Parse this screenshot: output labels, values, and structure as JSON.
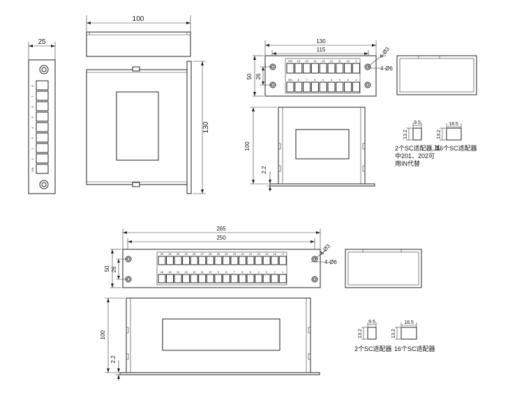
{
  "view1": {
    "width_label": "100",
    "height_label": "130",
    "strip_width_label": "25",
    "strip_numbers": [
      "8",
      "7",
      "6",
      "5",
      "4",
      "3",
      "2",
      "1",
      "201"
    ]
  },
  "view2": {
    "overall_width": "130",
    "inner_width": "115",
    "height_50": "50",
    "height_26": "26",
    "hole_label_1": "4-Ø3",
    "hole_label_2": "4-Ø6",
    "front_height": "100",
    "flange": "2.2",
    "top_row_numbers": [
      "202",
      "16",
      "15",
      "14",
      "13",
      "12",
      "11",
      "10",
      "9"
    ],
    "bottom_row_numbers": [
      "201",
      "8",
      "7",
      "6",
      "5",
      "4",
      "3",
      "2",
      "1"
    ],
    "adapter_small_w": "9.5",
    "adapter_small_h": "13.2",
    "adapter_big_w": "18.5",
    "adapter_big_h": "13.2",
    "note_2sc": "2个SC适配器,其中201、202可用IN代替",
    "note_16sc": "16个SC适配器"
  },
  "view3": {
    "overall_width": "265",
    "inner_width": "250",
    "height_50": "50",
    "height_26": "26",
    "hole_label_1": "4-Ø3",
    "hole_label_2": "4-Ø6",
    "front_height": "100",
    "flange": "2.2",
    "top_row_numbers": [
      "32",
      "31",
      "30",
      "29",
      "28",
      "27",
      "26",
      "25",
      "24",
      "23",
      "22",
      "21",
      "20",
      "19",
      "18",
      "17"
    ],
    "bottom_row_numbers": [
      "16",
      "15",
      "14",
      "13",
      "12",
      "11",
      "10",
      "9",
      "8",
      "7",
      "6",
      "5",
      "4",
      "3",
      "2",
      "1"
    ],
    "adapter_small_w": "9.5",
    "adapter_small_h": "13.2",
    "adapter_big_w": "18.5",
    "adapter_big_h": "13.2",
    "note_2sc": "2个SC适配器",
    "note_16sc": "16个SC适配器"
  }
}
